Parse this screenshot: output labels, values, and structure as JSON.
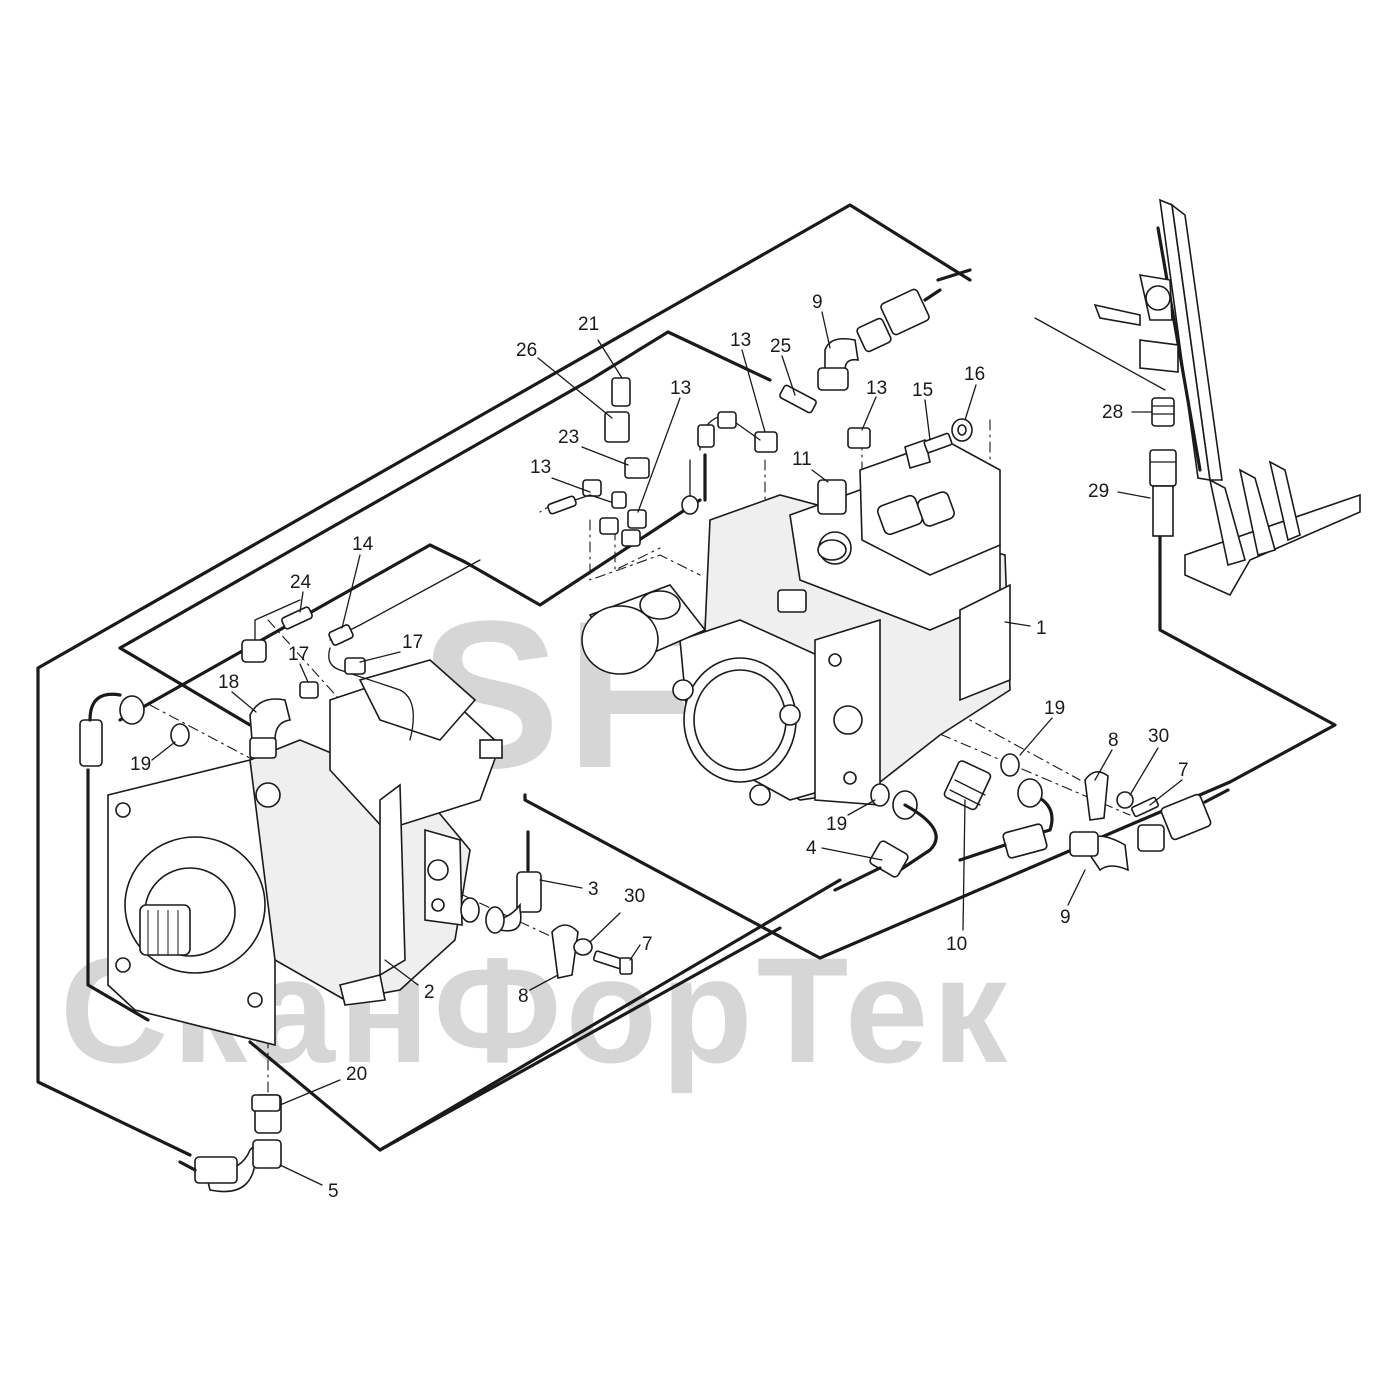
{
  "watermark": {
    "logo": "SFT",
    "name": "СканФорТек",
    "color": "#d6d6d6"
  },
  "colors": {
    "line": "#1a1a1a",
    "background": "#ffffff"
  },
  "callouts": [
    {
      "id": "c-21",
      "label": "21"
    },
    {
      "id": "c-26",
      "label": "26"
    },
    {
      "id": "c-23",
      "label": "23"
    },
    {
      "id": "c-13a",
      "label": "13"
    },
    {
      "id": "c-13b",
      "label": "13"
    },
    {
      "id": "c-13c",
      "label": "13"
    },
    {
      "id": "c-13d",
      "label": "13"
    },
    {
      "id": "c-25",
      "label": "25"
    },
    {
      "id": "c-9a",
      "label": "9"
    },
    {
      "id": "c-11",
      "label": "11"
    },
    {
      "id": "c-15",
      "label": "15"
    },
    {
      "id": "c-16",
      "label": "16"
    },
    {
      "id": "c-28",
      "label": "28"
    },
    {
      "id": "c-29",
      "label": "29"
    },
    {
      "id": "c-14",
      "label": "14"
    },
    {
      "id": "c-24",
      "label": "24"
    },
    {
      "id": "c-17a",
      "label": "17"
    },
    {
      "id": "c-17b",
      "label": "17"
    },
    {
      "id": "c-18",
      "label": "18"
    },
    {
      "id": "c-19a",
      "label": "19"
    },
    {
      "id": "c-1",
      "label": "1"
    },
    {
      "id": "c-19b",
      "label": "19"
    },
    {
      "id": "c-8a",
      "label": "8"
    },
    {
      "id": "c-30a",
      "label": "30"
    },
    {
      "id": "c-7a",
      "label": "7"
    },
    {
      "id": "c-19c",
      "label": "19"
    },
    {
      "id": "c-4",
      "label": "4"
    },
    {
      "id": "c-3",
      "label": "3"
    },
    {
      "id": "c-30b",
      "label": "30"
    },
    {
      "id": "c-7b",
      "label": "7"
    },
    {
      "id": "c-2",
      "label": "2"
    },
    {
      "id": "c-8b",
      "label": "8"
    },
    {
      "id": "c-10",
      "label": "10"
    },
    {
      "id": "c-9b",
      "label": "9"
    },
    {
      "id": "c-20",
      "label": "20"
    },
    {
      "id": "c-5",
      "label": "5"
    }
  ]
}
